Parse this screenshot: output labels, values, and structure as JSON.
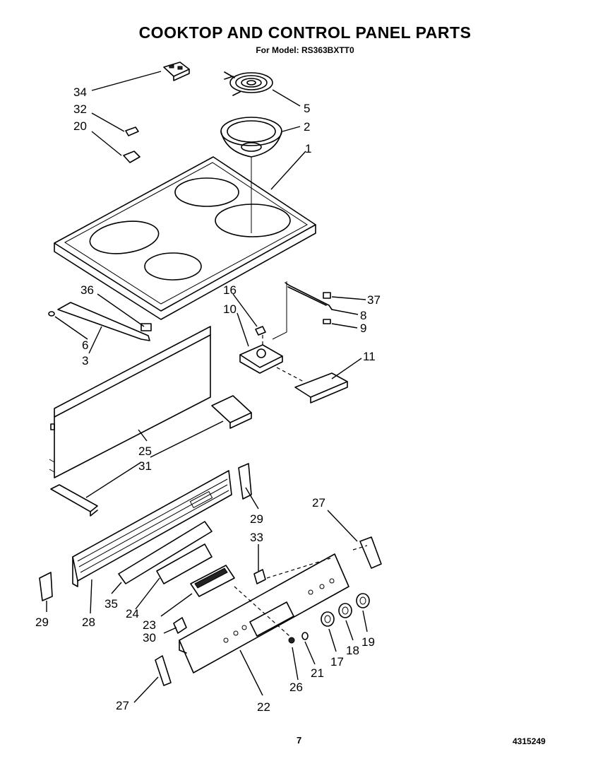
{
  "header": {
    "title": "COOKTOP AND CONTROL PANEL PARTS",
    "subtitle": "For Model: RS363BXTT0"
  },
  "callouts": [
    "34",
    "32",
    "20",
    "5",
    "2",
    "1",
    "36",
    "6",
    "3",
    "16",
    "10",
    "37",
    "8",
    "9",
    "11",
    "25",
    "31",
    "29",
    "33",
    "27",
    "28",
    "35",
    "24",
    "23",
    "30",
    "22",
    "26",
    "21",
    "17",
    "18",
    "19",
    "29",
    "27"
  ],
  "footer": {
    "page": "7",
    "doc_number": "4315249"
  }
}
